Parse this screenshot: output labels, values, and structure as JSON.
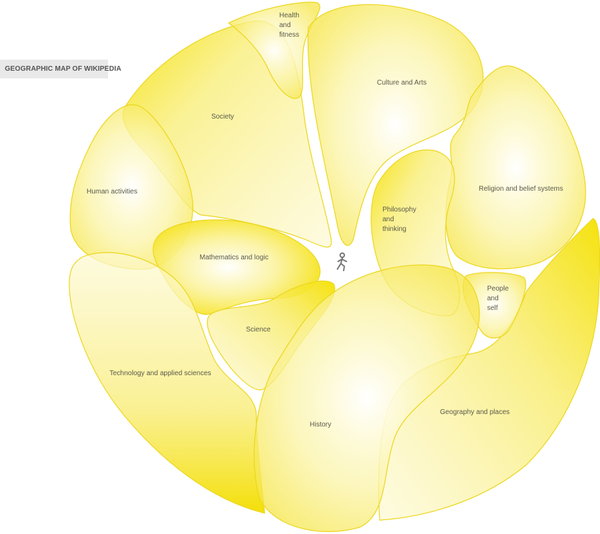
{
  "title": "GEOGRAPHIC MAP OF WIKIPEDIA",
  "colors": {
    "fill": "#f7e81a",
    "fill_light": "#fdf9c8",
    "stroke": "#ecd61e",
    "label": "#5a5a4a",
    "icon": "#777777"
  },
  "icon": "walking-person-icon",
  "regions": [
    {
      "id": "health",
      "label_lines": [
        "Health",
        "and",
        "fitness"
      ]
    },
    {
      "id": "culture",
      "label_lines": [
        "Culture and Arts"
      ]
    },
    {
      "id": "society",
      "label_lines": [
        "Society"
      ]
    },
    {
      "id": "human",
      "label_lines": [
        "Human activities"
      ]
    },
    {
      "id": "religion",
      "label_lines": [
        "Religion and belief systems"
      ]
    },
    {
      "id": "philosophy",
      "label_lines": [
        "Philosophy",
        "and",
        "thinking"
      ]
    },
    {
      "id": "math",
      "label_lines": [
        "Mathematics and logic"
      ]
    },
    {
      "id": "people",
      "label_lines": [
        "People",
        "and",
        "self"
      ]
    },
    {
      "id": "science",
      "label_lines": [
        "Science"
      ]
    },
    {
      "id": "technology",
      "label_lines": [
        "Technology and applied sciences"
      ]
    },
    {
      "id": "geography",
      "label_lines": [
        "Geography and places"
      ]
    },
    {
      "id": "history",
      "label_lines": [
        "History"
      ]
    }
  ]
}
